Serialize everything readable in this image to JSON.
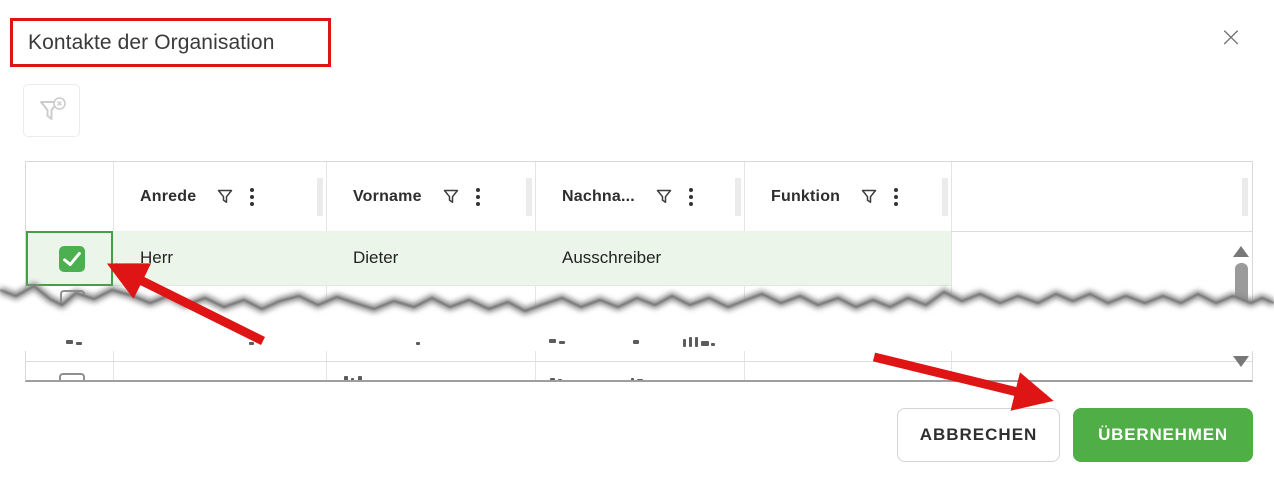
{
  "dialog": {
    "title": "Kontakte der Organisation"
  },
  "icons": {
    "close": "×",
    "filter_clear": "funnel-with-x",
    "column_filter": "funnel-outline",
    "column_menu": "kebab-vertical-dots",
    "row_checkbox": "check-mark"
  },
  "table": {
    "columns": [
      {
        "label": ""
      },
      {
        "label": "Anrede"
      },
      {
        "label": "Vorname"
      },
      {
        "label": "Nachna..."
      },
      {
        "label": "Funktion"
      },
      {
        "label": ""
      }
    ],
    "rows": [
      {
        "selected": true,
        "anrede": "Herr",
        "vorname": "Dieter",
        "nachname": "Ausschreiber",
        "funktion": ""
      }
    ]
  },
  "footer": {
    "cancel_label": "ABBRECHEN",
    "apply_label": "ÜBERNEHMEN"
  },
  "colors": {
    "accent_green": "#4fae46",
    "checkbox_green": "#4caf50",
    "selected_row_bg": "#ecf5ea",
    "selected_cell_border": "#43a047",
    "annotation_red": "#de1514",
    "table_border": "#d8d8d8",
    "table_bottom_border": "#9e9e9e"
  }
}
